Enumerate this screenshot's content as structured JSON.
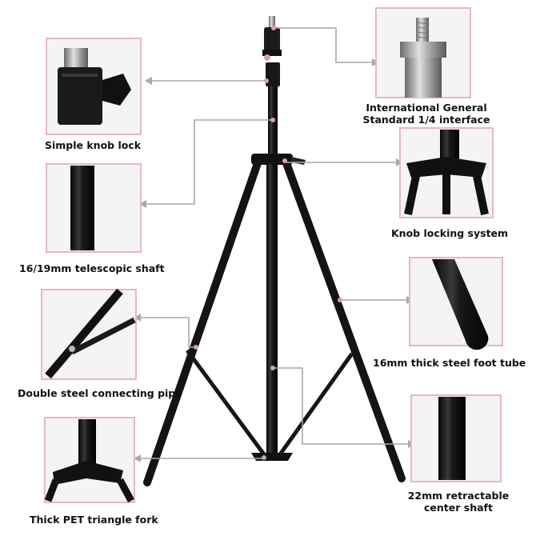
{
  "labels": {
    "knob_lock": "Simple knob lock",
    "interface_line1": "International General",
    "interface_line2": "Standard 1/4 interface",
    "knob_system": "Knob locking system",
    "telescopic_shaft": "16/19mm telescopic shaft",
    "foot_tube": "16mm thick steel foot tube",
    "connecting_pipe": "Double steel connecting pipe",
    "center_shaft_line1": "22mm retractable",
    "center_shaft_line2": "center shaft",
    "triangle_fork": "Thick PET triangle fork"
  },
  "colors": {
    "frame": "#e7b6c4",
    "callout_line": "#a9a9a9",
    "tripod": "#141414",
    "metal": "#b8b8b8"
  }
}
